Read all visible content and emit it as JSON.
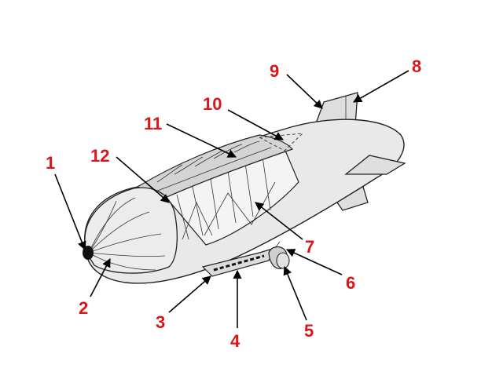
{
  "diagram": {
    "callouts": [
      {
        "id": "callout-1",
        "label": "1"
      },
      {
        "id": "callout-2",
        "label": "2"
      },
      {
        "id": "callout-3",
        "label": "3"
      },
      {
        "id": "callout-4",
        "label": "4"
      },
      {
        "id": "callout-5",
        "label": "5"
      },
      {
        "id": "callout-6",
        "label": "6"
      },
      {
        "id": "callout-7",
        "label": "7"
      },
      {
        "id": "callout-8",
        "label": "8"
      },
      {
        "id": "callout-9",
        "label": "9"
      },
      {
        "id": "callout-10",
        "label": "10"
      },
      {
        "id": "callout-11",
        "label": "11"
      },
      {
        "id": "callout-12",
        "label": "12"
      }
    ],
    "colors": {
      "callout_text": "#d8161b",
      "hull_fill": "#e9e9e9",
      "outline": "#222222",
      "nose_cap": "#111111"
    }
  }
}
